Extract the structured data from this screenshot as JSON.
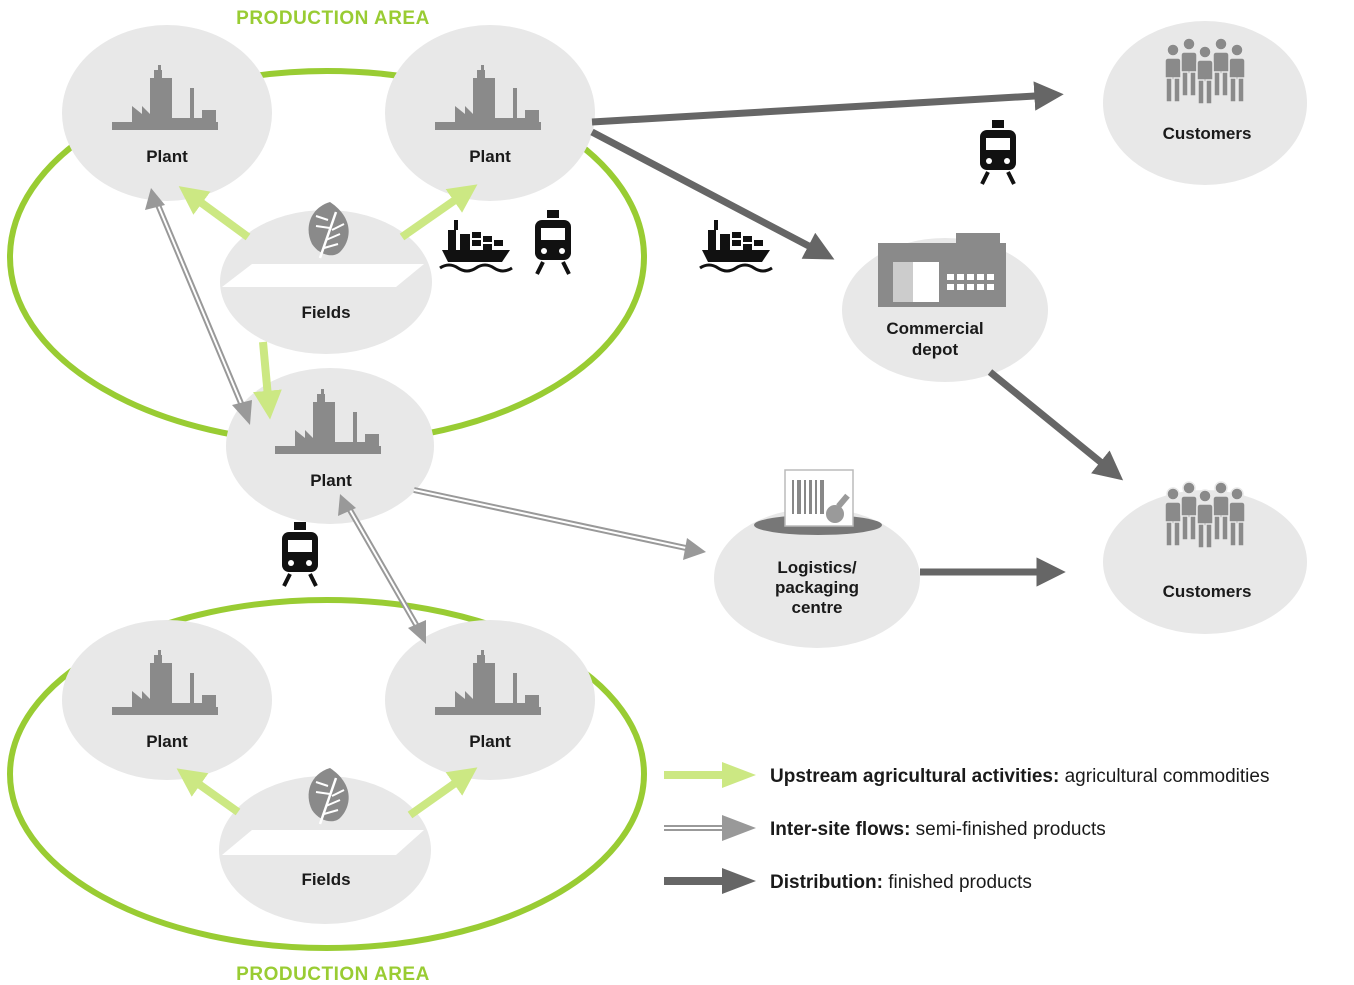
{
  "areas": {
    "top_label": "PRODUCTION AREA",
    "bottom_label": "PRODUCTION AREA"
  },
  "nodes": {
    "plant_top_left": "Plant",
    "plant_top_right": "Plant",
    "fields_top": "Fields",
    "plant_middle": "Plant",
    "plant_bottom_left": "Plant",
    "plant_bottom_right": "Plant",
    "fields_bottom": "Fields",
    "customers_top": "Customers",
    "customers_bottom": "Customers",
    "depot_line1": "Commercial",
    "depot_line2": "depot",
    "logistics_line1": "Logistics/",
    "logistics_line2": "packaging",
    "logistics_line3": "centre"
  },
  "legend": {
    "upstream_bold": "Upstream agricultural activities:",
    "upstream_text": " agricultural commodities",
    "intersite_bold": "Inter-site flows:",
    "intersite_text": " semi-finished products",
    "distribution_bold": "Distribution:",
    "distribution_text": " finished products"
  },
  "colors": {
    "area_green": "#99cc33",
    "upstream_arrow": "#cce883",
    "distribution_arrow": "#666666",
    "intersite_arrow": "#999999",
    "node_fill": "#e8e8e8",
    "icon_gray": "#8a8a8a"
  },
  "icons": [
    "factory-icon",
    "leaf-icon",
    "ship-icon",
    "train-icon",
    "people-icon",
    "warehouse-icon",
    "barcode-icon"
  ]
}
